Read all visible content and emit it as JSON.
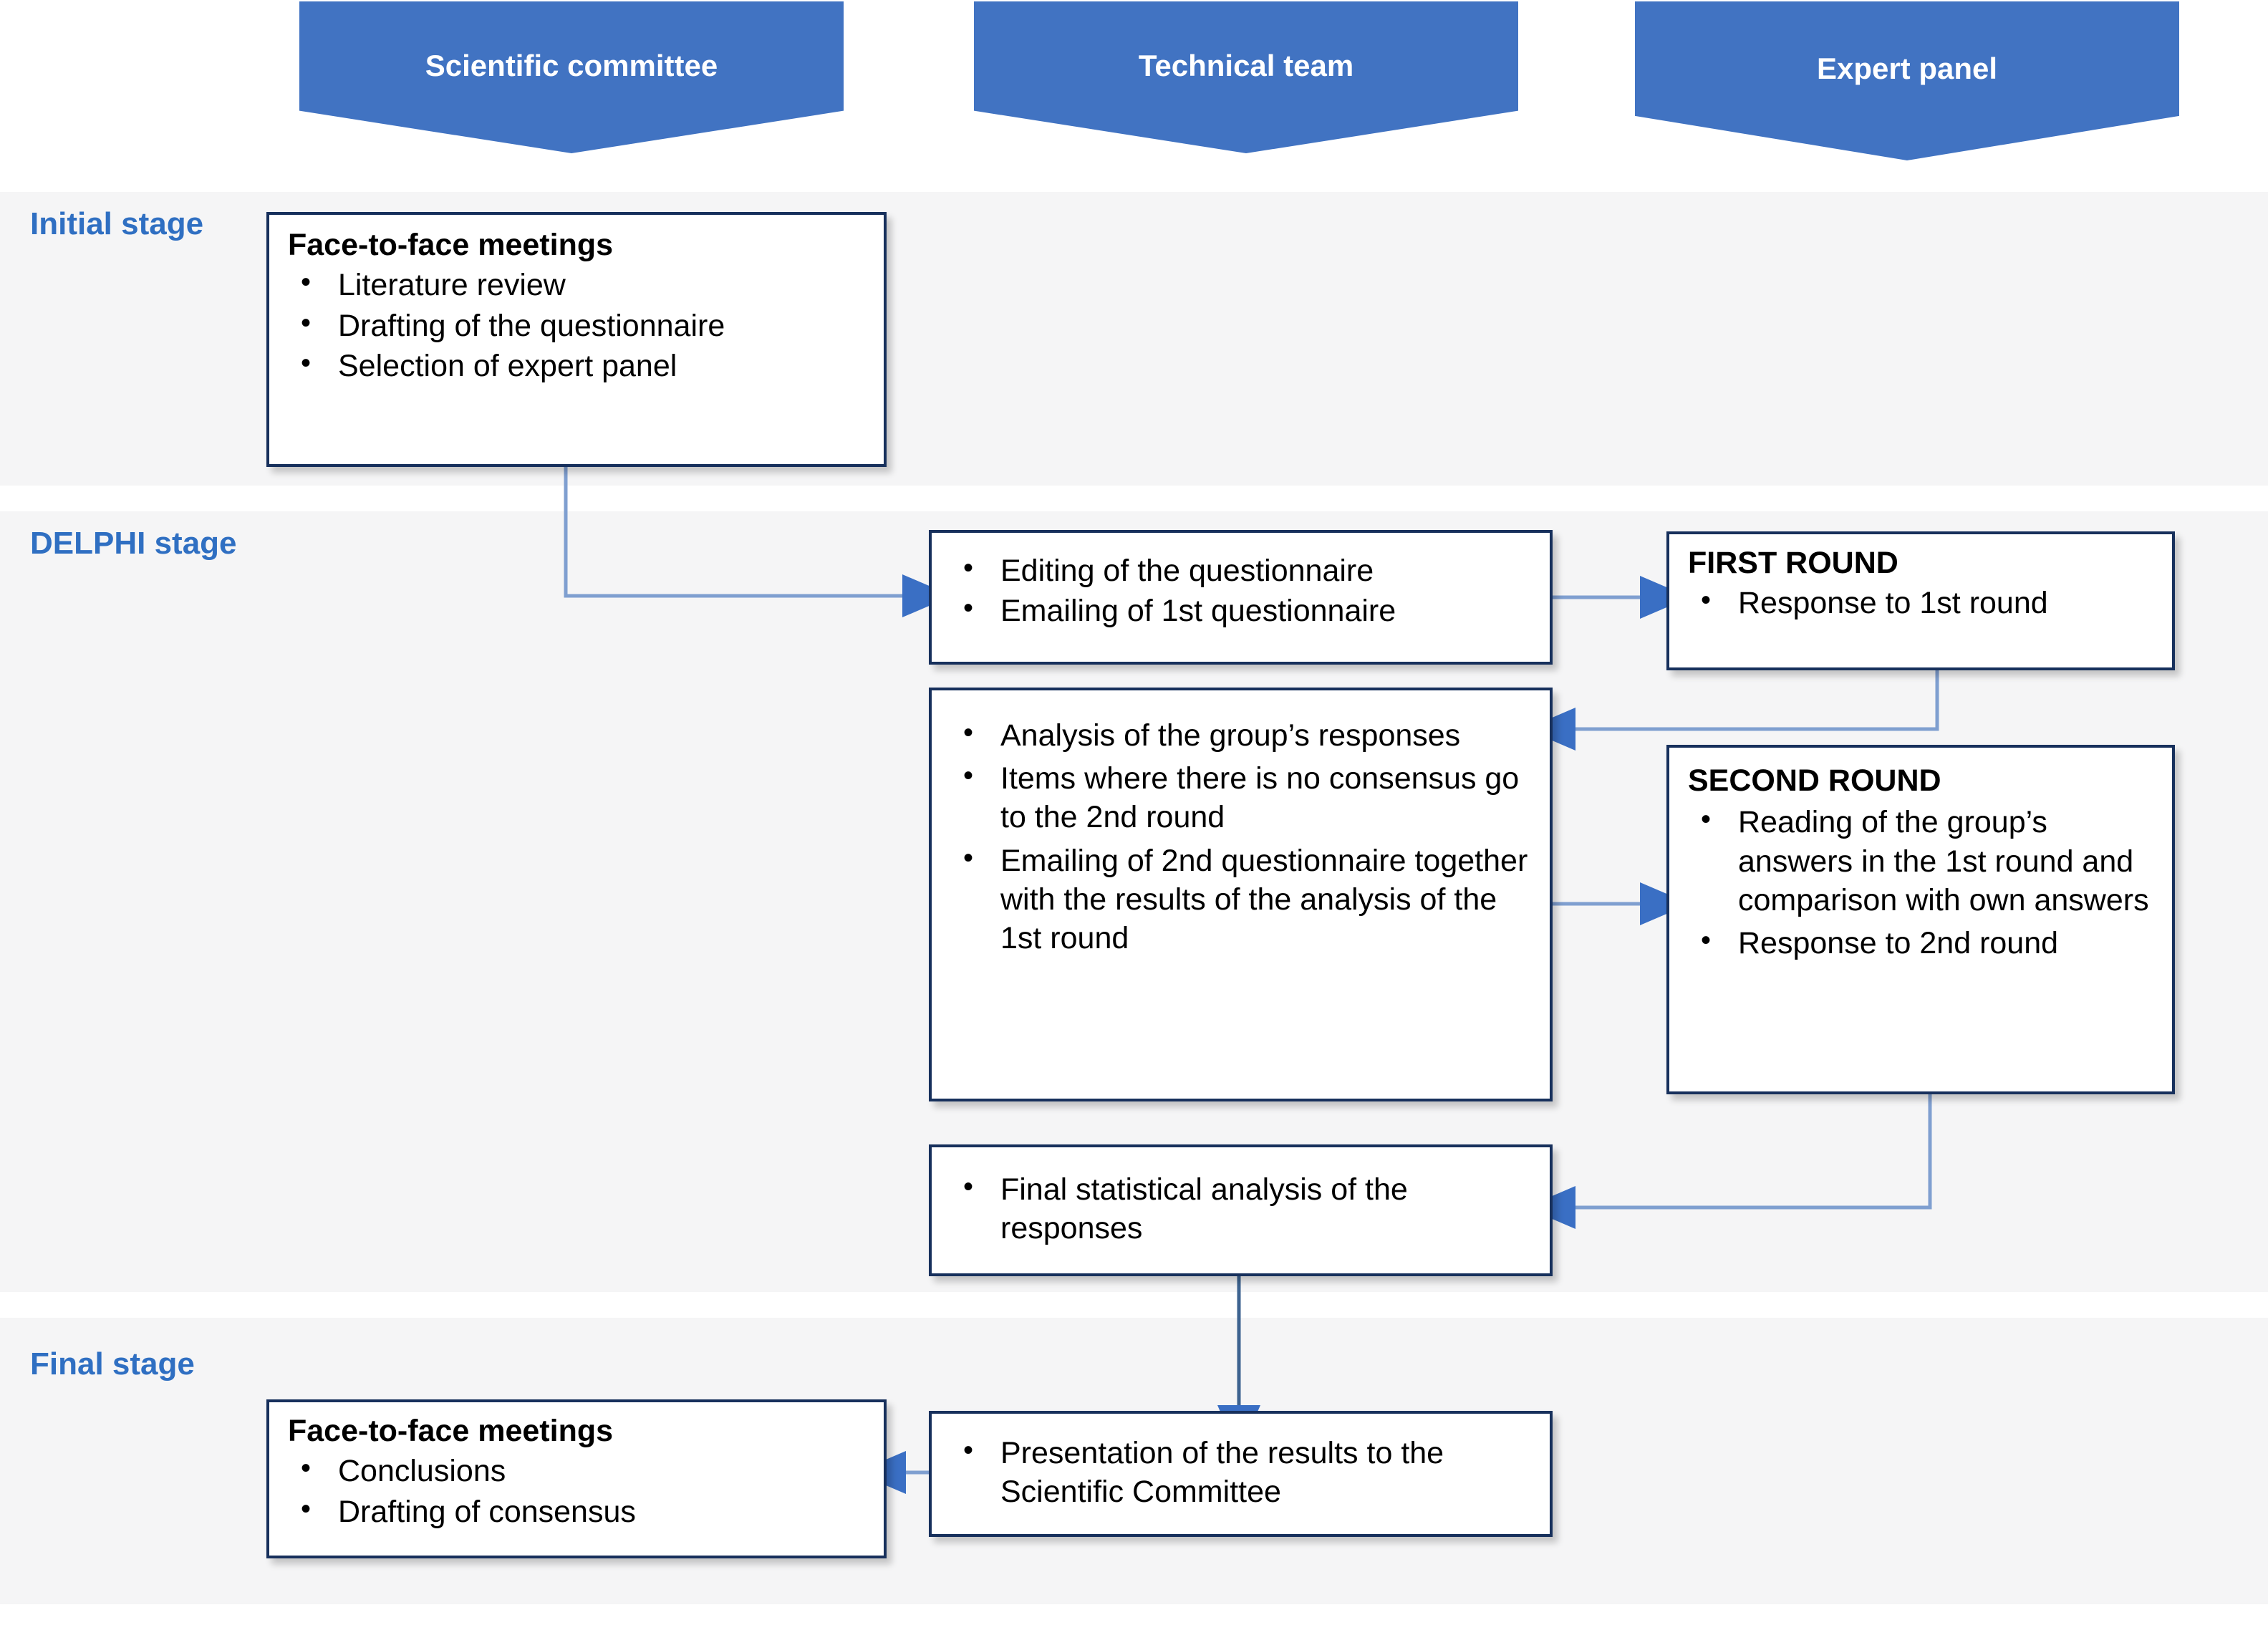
{
  "columns": [
    {
      "id": "scientific-committee",
      "label": "Scientific committee"
    },
    {
      "id": "technical-team",
      "label": "Technical team"
    },
    {
      "id": "expert-panel",
      "label": "Expert panel"
    }
  ],
  "stages": [
    {
      "id": "initial",
      "label": "Initial stage"
    },
    {
      "id": "delphi",
      "label": "DELPHI stage"
    },
    {
      "id": "final",
      "label": "Final stage"
    }
  ],
  "boxes": {
    "initial_meetings": {
      "title": "Face-to-face meetings",
      "items": [
        "Literature review",
        "Drafting of the questionnaire",
        "Selection of expert panel"
      ]
    },
    "editing_questionnaire": {
      "title": "",
      "items": [
        "Editing of the questionnaire",
        "Emailing of 1st questionnaire"
      ]
    },
    "first_round": {
      "title": "FIRST ROUND",
      "items": [
        "Response to 1st round"
      ]
    },
    "analysis": {
      "title": "",
      "items": [
        "Analysis of the group’s responses",
        "Items where there is no consensus go to the 2nd round",
        "Emailing of 2nd questionnaire together with the results of the analysis of the 1st round"
      ]
    },
    "second_round": {
      "title": "SECOND ROUND",
      "items": [
        "Reading of the group’s answers in the 1st round and comparison with own answers",
        "Response to 2nd round"
      ]
    },
    "final_analysis": {
      "title": "",
      "items": [
        "Final statistical analysis of the responses"
      ]
    },
    "presentation": {
      "title": "",
      "items": [
        "Presentation of the results to the Scientific Committee"
      ]
    },
    "final_meetings": {
      "title": "Face-to-face meetings",
      "items": [
        "Conclusions",
        "Drafting of consensus"
      ]
    }
  },
  "colors": {
    "banner_fill": "#4173c2",
    "banner_text": "#ffffff",
    "stage_label": "#2f6fc2",
    "band_background": "#f5f5f6",
    "box_border": "#17305c",
    "connector": "#7f9fd0",
    "arrowhead": "#3a6fc4",
    "page_background": "#ffffff"
  }
}
